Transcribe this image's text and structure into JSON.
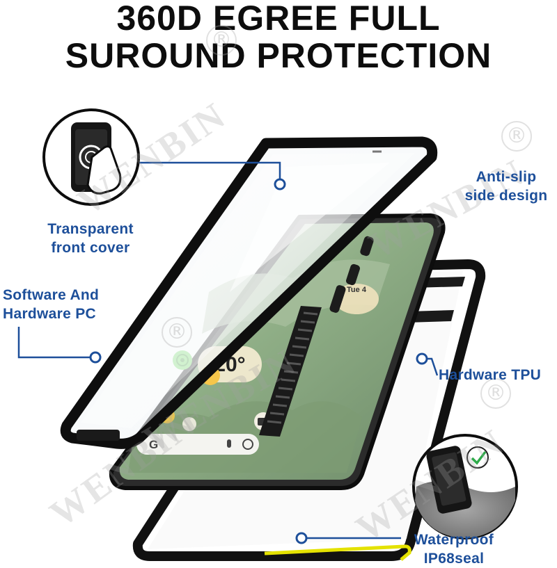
{
  "headline": {
    "line1": "360D EGREE FULL",
    "line2": "SUROUND PROTECTION"
  },
  "callouts": {
    "transparent_front_cover": [
      "Transparent",
      "front cover"
    ],
    "anti_slip": [
      "Anti-slip",
      "side design"
    ],
    "software_hardware_pc": [
      "Software And",
      "Hardware PC"
    ],
    "hardware_tpu": "Hardware TPU",
    "waterproof": [
      "Waterproof",
      "IP68seal"
    ]
  },
  "phone_screen": {
    "temperature": "20°",
    "date": "Tue 4",
    "search_letter": "G"
  },
  "watermark": {
    "brand": "WENBIN",
    "registered": "®"
  },
  "colors": {
    "callout_text": "#1d4f9a",
    "connector_line": "#1d4f9a",
    "headline": "#0d0d0d",
    "case_frame": "#111111",
    "screen_green": "#8fae86"
  },
  "icons": [
    "touch-screen-icon",
    "waterproof-phone-icon",
    "checkmark-icon"
  ]
}
